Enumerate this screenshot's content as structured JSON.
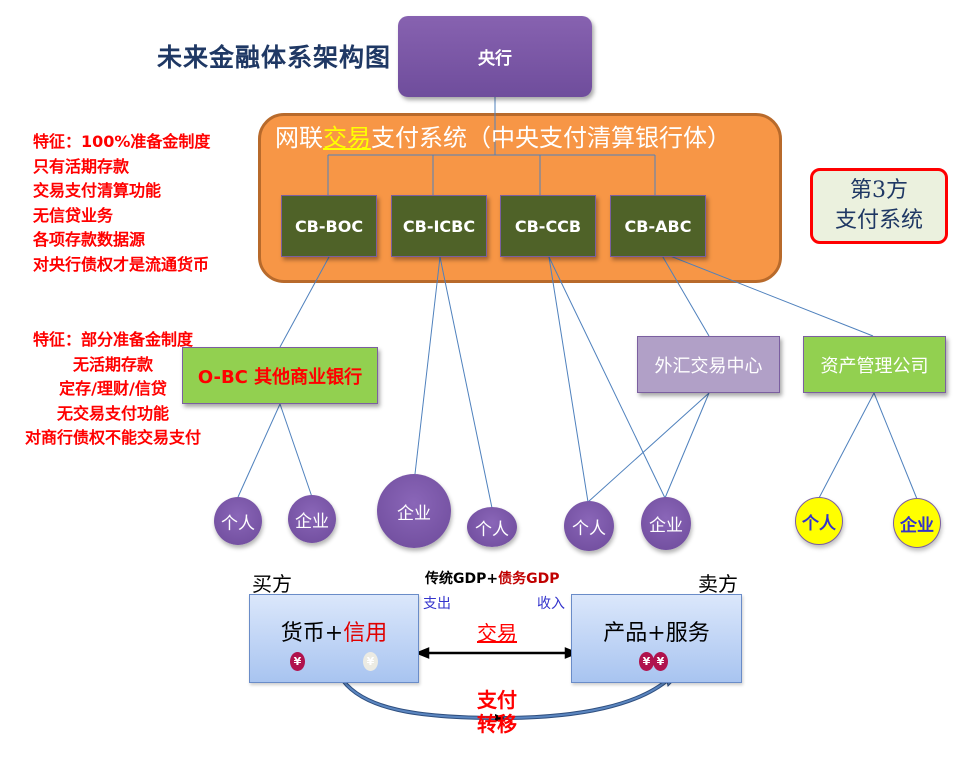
{
  "title": "未来金融体系架构图",
  "central_bank": {
    "label": "央行",
    "color": "#7b57a8"
  },
  "network": {
    "title_prefix": "网联",
    "title_highlight": "交易",
    "title_suffix": "支付系统（中央支付清算银行体）",
    "color": "#f79646",
    "banks": [
      {
        "label": "CB-BOC"
      },
      {
        "label": "CB-ICBC"
      },
      {
        "label": "CB-CCB"
      },
      {
        "label": "CB-ABC"
      }
    ]
  },
  "third_party": {
    "line1": "第3方",
    "line2": "支付系统"
  },
  "central_bank_features": [
    "特征：100%准备金制度",
    "只有活期存款",
    "交易支付清算功能",
    "无信贷业务",
    "各项存款数据源",
    "对央行债权才是流通货币"
  ],
  "other_bank_features": [
    "特征：部分准备金制度",
    "无活期存款",
    "定存/理财/信贷",
    "无交易支付功能",
    "对商行债权不能交易支付"
  ],
  "other_banks": {
    "label": "O-BC 其他商业银行"
  },
  "fx_center": {
    "label": "外汇交易中心"
  },
  "asset_mgmt": {
    "label": "资产管理公司"
  },
  "entities": [
    {
      "label": "个人",
      "style": "purple"
    },
    {
      "label": "企业",
      "style": "purple"
    },
    {
      "label": "企业",
      "style": "purple"
    },
    {
      "label": "个人",
      "style": "purple"
    },
    {
      "label": "个人",
      "style": "purple"
    },
    {
      "label": "企业",
      "style": "purple"
    },
    {
      "label": "个人",
      "style": "yellow"
    },
    {
      "label": "企业",
      "style": "yellow"
    }
  ],
  "transaction": {
    "buyer_label": "买方",
    "seller_label": "卖方",
    "gdp_black": "传统GDP+",
    "gdp_red": "债务GDP",
    "expense_label": "支出",
    "income_label": "收入",
    "buyer_box_black": "货币+",
    "buyer_box_red": "信用",
    "seller_box": "产品+服务",
    "deal_label": "交易",
    "payment_line1": "支付",
    "payment_line2": "转移",
    "yen_symbol": "¥"
  }
}
